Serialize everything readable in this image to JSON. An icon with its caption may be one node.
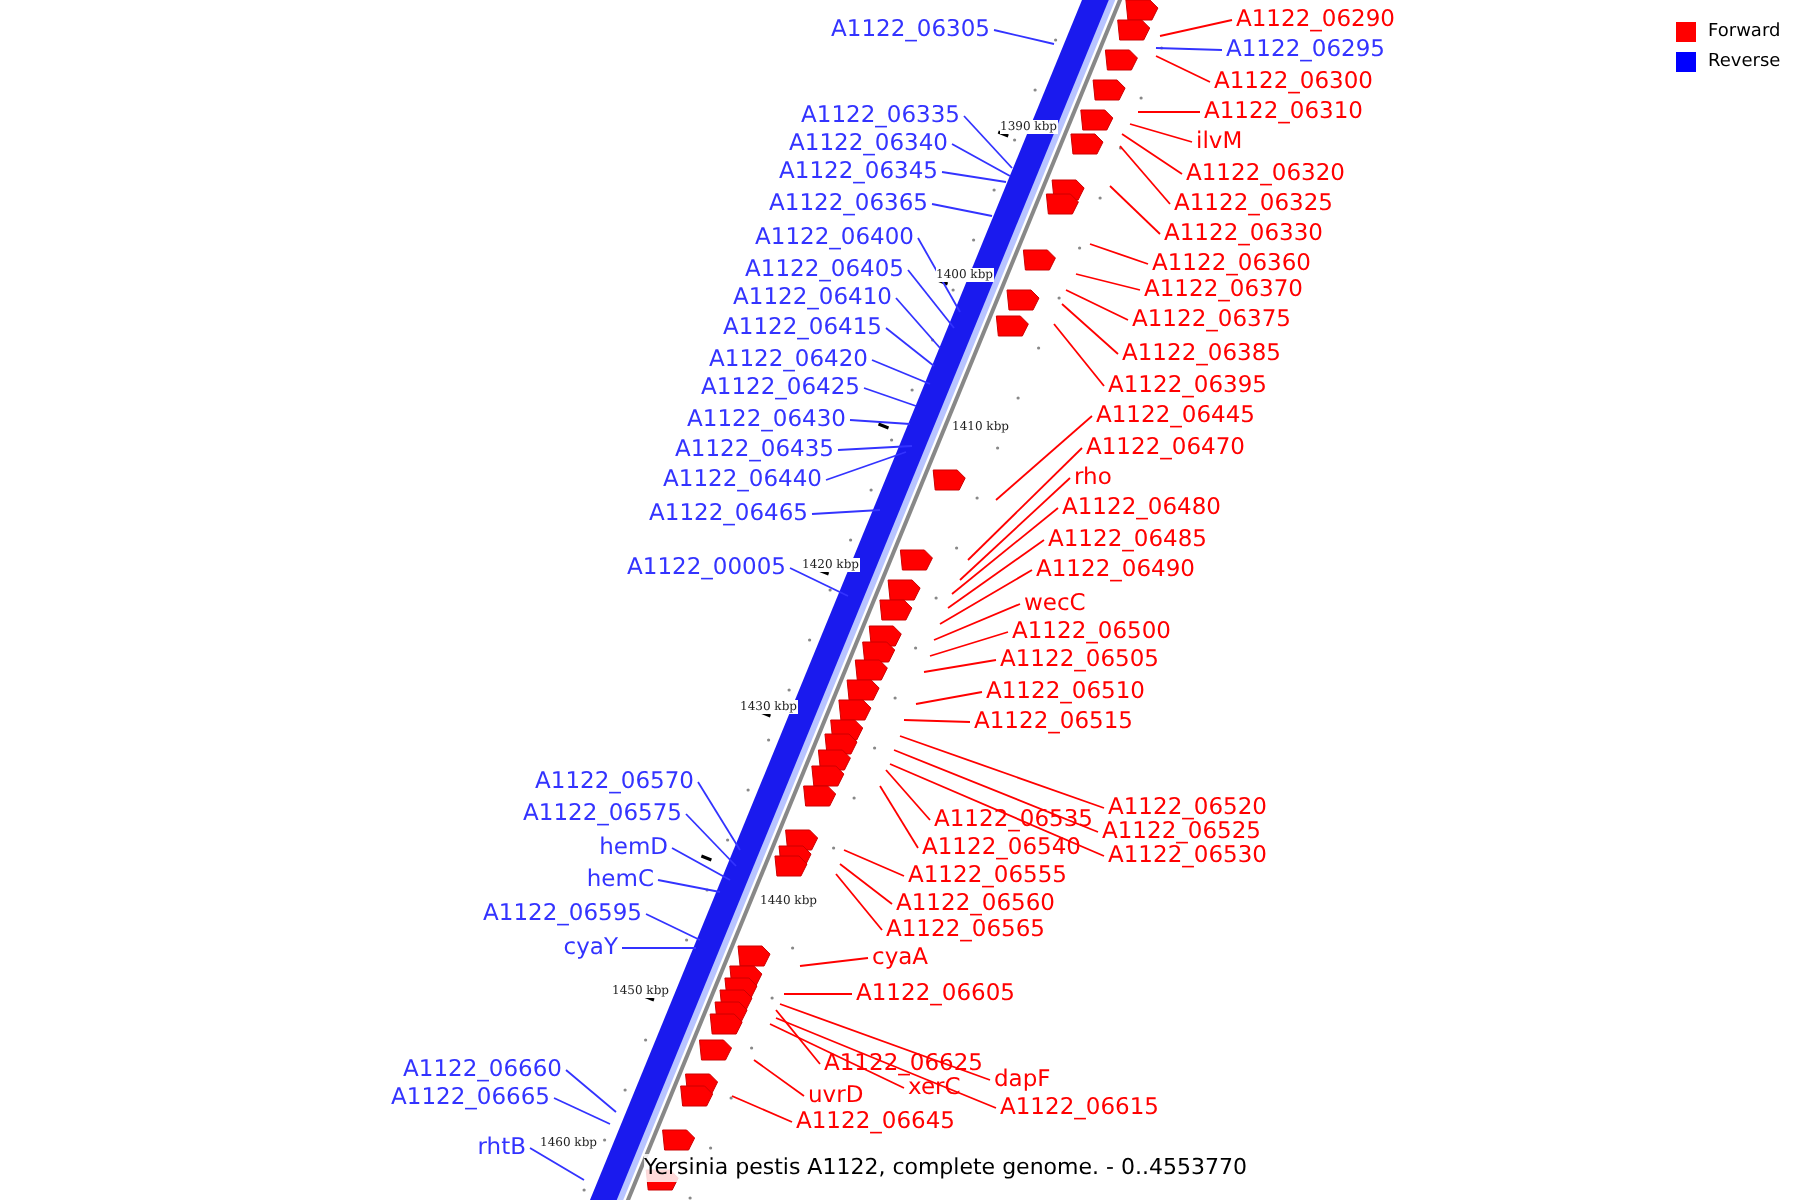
{
  "diagram": {
    "caption": "Yersinia pestis A1122, complete genome. - 0..4553770",
    "nodes": [
      {
        "text": [
          "A1122_06290"
        ]
      },
      {
        "text": [
          "A1122_06305"
        ]
      },
      {
        "text": [
          "A1122_06295"
        ]
      },
      {
        "text": [
          "A1122_06300"
        ]
      },
      {
        "text": [
          "A1122_06310"
        ]
      },
      {
        "text": [
          "A1122_06335"
        ]
      },
      {
        "text": [
          "ilvM"
        ]
      },
      {
        "text": [
          "A1122_06340"
        ]
      },
      {
        "text": [
          "A1122_06345"
        ]
      },
      {
        "text": [
          "A1122_06320"
        ]
      },
      {
        "text": [
          "A1122_06325"
        ]
      },
      {
        "text": [
          "A1122_06365"
        ]
      },
      {
        "text": [
          "A1122_06330"
        ]
      },
      {
        "text": [
          "A1122_06400"
        ]
      },
      {
        "text": [
          "A1122_06360"
        ]
      },
      {
        "text": [
          "A1122_06405"
        ]
      },
      {
        "text": [
          "A1122_06370"
        ]
      },
      {
        "text": [
          "A1122_06410"
        ]
      },
      {
        "text": [
          "A1122_06375"
        ]
      },
      {
        "text": [
          "A1122_06415"
        ]
      },
      {
        "text": [
          "A1122_06385"
        ]
      },
      {
        "text": [
          "A1122_06420"
        ]
      },
      {
        "text": [
          "A1122_06395"
        ]
      },
      {
        "text": [
          "A1122_06425"
        ]
      },
      {
        "text": [
          "A1122_06445"
        ]
      },
      {
        "text": [
          "A1122_06430"
        ]
      },
      {
        "text": [
          "A1122_06470"
        ]
      },
      {
        "text": [
          "A1122_06435"
        ]
      },
      {
        "text": [
          "rho"
        ]
      },
      {
        "text": [
          "A1122_06440"
        ]
      },
      {
        "text": [
          "A1122_06480"
        ]
      },
      {
        "text": [
          "A1122_06465"
        ]
      },
      {
        "text": [
          "A1122_06485"
        ]
      },
      {
        "text": [
          "A1122_00005"
        ]
      },
      {
        "text": [
          "A1122_06490"
        ]
      },
      {
        "text": [
          "wecC"
        ]
      },
      {
        "text": [
          "A1122_06500"
        ]
      },
      {
        "text": [
          "A1122_06505"
        ]
      },
      {
        "text": [
          "A1122_06510"
        ]
      },
      {
        "text": [
          "A1122_06515"
        ]
      },
      {
        "text": [
          "A1122_06570"
        ]
      },
      {
        "text": [
          "A1122_06520"
        ]
      },
      {
        "text": [
          "A1122_06575"
        ]
      },
      {
        "text": [
          "A1122_06535"
        ]
      },
      {
        "text": [
          "A1122_06525"
        ]
      },
      {
        "text": [
          "A1122_06540"
        ]
      },
      {
        "text": [
          "hemD"
        ]
      },
      {
        "text": [
          "A1122_06530"
        ]
      },
      {
        "text": [
          "A1122_06555"
        ]
      },
      {
        "text": [
          "hemC"
        ]
      },
      {
        "text": [
          "A1122_06560"
        ]
      },
      {
        "text": [
          "A1122_06595"
        ]
      },
      {
        "text": [
          "A1122_06565"
        ]
      },
      {
        "text": [
          "cyaY"
        ]
      },
      {
        "text": [
          "cyaA"
        ]
      },
      {
        "text": [
          "A1122_06605"
        ]
      },
      {
        "text": [
          "A1122_06625"
        ]
      },
      {
        "text": [
          "A1122_06660"
        ]
      },
      {
        "text": [
          "dapF"
        ]
      },
      {
        "text": [
          "xerC"
        ]
      },
      {
        "text": [
          "uvrD"
        ]
      },
      {
        "text": [
          "A1122_06665"
        ]
      },
      {
        "text": [
          "A1122_06615"
        ]
      },
      {
        "text": [
          "A1122_06645"
        ]
      },
      {
        "text": [
          "rhtB"
        ]
      }
    ],
    "edges": [
      {
        "from": 0,
        "to": null,
        "arrow": "none"
      },
      {
        "from": 1,
        "to": null,
        "arrow": "none",
        "color": "#3333ff"
      },
      {
        "from": 2,
        "to": null,
        "arrow": "none",
        "color": "#3333ff"
      },
      {
        "from": 3,
        "to": null,
        "arrow": "none"
      },
      {
        "from": 4,
        "to": null,
        "arrow": "none"
      },
      {
        "from": 5,
        "to": null,
        "arrow": "none",
        "color": "#3333ff"
      },
      {
        "from": 6,
        "to": null,
        "arrow": "none"
      },
      {
        "from": 7,
        "to": null,
        "arrow": "none",
        "color": "#3333ff"
      },
      {
        "from": 8,
        "to": null,
        "arrow": "none",
        "color": "#3333ff"
      },
      {
        "from": 9,
        "to": null,
        "arrow": "none"
      },
      {
        "from": 10,
        "to": null,
        "arrow": "none"
      },
      {
        "from": 11,
        "to": null,
        "arrow": "none",
        "color": "#3333ff"
      },
      {
        "from": 12,
        "to": null,
        "arrow": "none"
      },
      {
        "from": 13,
        "to": null,
        "arrow": "none",
        "color": "#3333ff"
      },
      {
        "from": 14,
        "to": null,
        "arrow": "none"
      },
      {
        "from": 15,
        "to": null,
        "arrow": "none",
        "color": "#3333ff"
      },
      {
        "from": 16,
        "to": null,
        "arrow": "none"
      },
      {
        "from": 17,
        "to": null,
        "arrow": "none",
        "color": "#3333ff"
      },
      {
        "from": 18,
        "to": null,
        "arrow": "none"
      },
      {
        "from": 19,
        "to": null,
        "arrow": "none",
        "color": "#3333ff"
      },
      {
        "from": 20,
        "to": null,
        "arrow": "none"
      },
      {
        "from": 21,
        "to": null,
        "arrow": "none",
        "color": "#3333ff"
      },
      {
        "from": 22,
        "to": null,
        "arrow": "none"
      },
      {
        "from": 23,
        "to": null,
        "arrow": "none",
        "color": "#3333ff"
      },
      {
        "from": 24,
        "to": null,
        "arrow": "none"
      },
      {
        "from": 25,
        "to": null,
        "arrow": "none",
        "color": "#3333ff"
      },
      {
        "from": 26,
        "to": null,
        "arrow": "none"
      },
      {
        "from": 27,
        "to": null,
        "arrow": "none",
        "color": "#3333ff"
      },
      {
        "from": 28,
        "to": null,
        "arrow": "none"
      },
      {
        "from": 29,
        "to": null,
        "arrow": "none",
        "color": "#3333ff"
      },
      {
        "from": 30,
        "to": null,
        "arrow": "none"
      },
      {
        "from": 31,
        "to": null,
        "arrow": "none",
        "color": "#3333ff"
      },
      {
        "from": 32,
        "to": null,
        "arrow": "none"
      },
      {
        "from": 33,
        "to": null,
        "arrow": "none",
        "color": "#3333ff"
      },
      {
        "from": 34,
        "to": null,
        "arrow": "none"
      },
      {
        "from": 35,
        "to": null,
        "arrow": "none"
      },
      {
        "from": 36,
        "to": null,
        "arrow": "none"
      },
      {
        "from": 37,
        "to": null,
        "arrow": "none"
      },
      {
        "from": 38,
        "to": null,
        "arrow": "none"
      },
      {
        "from": 39,
        "to": null,
        "arrow": "none"
      },
      {
        "from": 40,
        "to": null,
        "arrow": "none",
        "color": "#3333ff"
      },
      {
        "from": 41,
        "to": null,
        "arrow": "none"
      },
      {
        "from": 42,
        "to": null,
        "arrow": "none",
        "color": "#3333ff"
      },
      {
        "from": 43,
        "to": null,
        "arrow": "none"
      },
      {
        "from": 44,
        "to": null,
        "arrow": "none"
      },
      {
        "from": 45,
        "to": null,
        "arrow": "none"
      },
      {
        "from": 46,
        "to": null,
        "arrow": "none",
        "color": "#3333ff"
      },
      {
        "from": 47,
        "to": null,
        "arrow": "none"
      },
      {
        "from": 48,
        "to": null,
        "arrow": "none"
      },
      {
        "from": 49,
        "to": null,
        "arrow": "none",
        "color": "#3333ff"
      },
      {
        "from": 50,
        "to": null,
        "arrow": "none"
      },
      {
        "from": 51,
        "to": null,
        "arrow": "none",
        "color": "#3333ff"
      },
      {
        "from": 52,
        "to": null,
        "arrow": "none"
      },
      {
        "from": 53,
        "to": null,
        "arrow": "none",
        "color": "#3333ff"
      },
      {
        "from": 54,
        "to": null,
        "arrow": "none"
      },
      {
        "from": 55,
        "to": null,
        "arrow": "none"
      },
      {
        "from": 56,
        "to": null,
        "arrow": "none"
      },
      {
        "from": 57,
        "to": null,
        "arrow": "none",
        "color": "#3333ff"
      },
      {
        "from": 58,
        "to": null,
        "arrow": "none"
      },
      {
        "from": 59,
        "to": null,
        "arrow": "none"
      },
      {
        "from": 60,
        "to": null,
        "arrow": "none"
      },
      {
        "from": 61,
        "to": null,
        "arrow": "none",
        "color": "#3333ff"
      },
      {
        "from": 62,
        "to": null,
        "arrow": "none"
      },
      {
        "from": 63,
        "to": null,
        "arrow": "none"
      },
      {
        "from": 64,
        "to": null,
        "arrow": "none",
        "color": "#3333ff"
      }
    ],
    "labels": [
      "1390 kbp",
      "1400 kbp",
      "1410 kbp",
      "1420 kbp",
      "1430 kbp",
      "1440 kbp",
      "1450 kbp",
      "1460 kbp"
    ],
    "legend": [
      {
        "text": "Forward",
        "color": "#ff0000"
      },
      {
        "text": "Reverse",
        "color": "#0000ff"
      }
    ]
  }
}
